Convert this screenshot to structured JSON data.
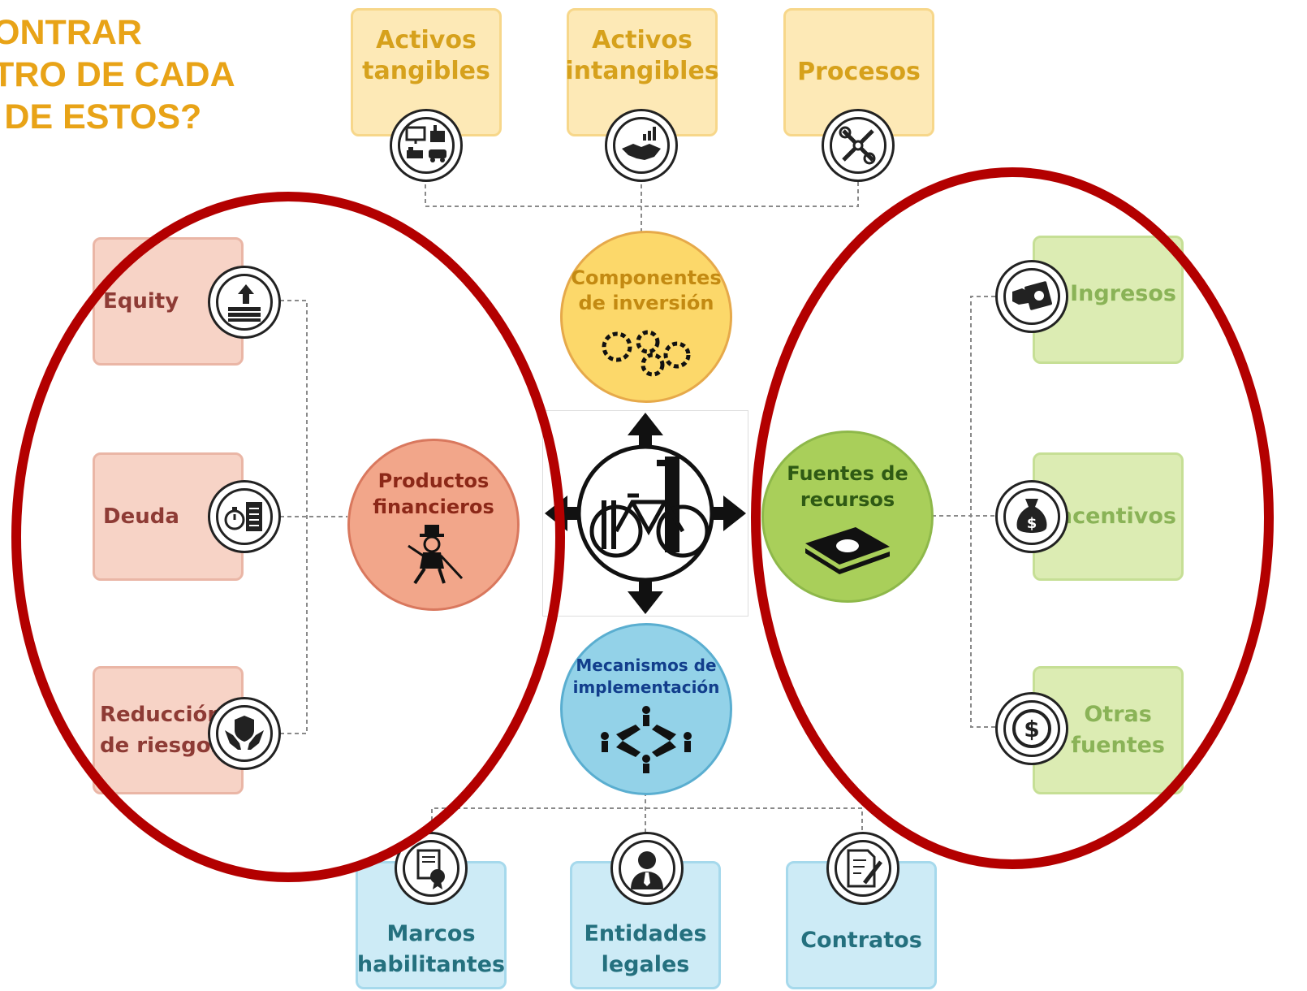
{
  "title_lines": [
    "CONTRAR",
    "NTRO DE CADA",
    "O DE ESTOS?"
  ],
  "investment": {
    "label": "Componentes\nde inversión",
    "items": [
      {
        "label": "Activos\ntangibles",
        "icon": "assets-icon"
      },
      {
        "label": "Activos\nintangibles",
        "icon": "handshake-icon"
      },
      {
        "label": "Procesos",
        "icon": "tools-icon"
      }
    ]
  },
  "financial": {
    "label": "Productos\nfinancieros",
    "items": [
      {
        "label": "Equity",
        "icon": "money-stack-icon"
      },
      {
        "label": "Deuda",
        "icon": "stopwatch-document-icon"
      },
      {
        "label": "Reducción\nde riesgos",
        "icon": "shield-hands-icon"
      }
    ]
  },
  "resources": {
    "label": "Fuentes de\nrecursos",
    "items": [
      {
        "label": "Ingresos",
        "icon": "money-hand-icon"
      },
      {
        "label": "Incentivos",
        "icon": "money-bag-icon"
      },
      {
        "label": "Otras\nfuentes",
        "icon": "dollar-coin-icon"
      }
    ]
  },
  "mechanisms": {
    "label": "Mecanismos de\nimplementación",
    "items": [
      {
        "label": "Marcos\nhabilitantes",
        "icon": "certificate-icon"
      },
      {
        "label": "Entidades\nlegales",
        "icon": "person-icon"
      },
      {
        "label": "Contratos",
        "icon": "contract-icon"
      }
    ]
  },
  "center": {
    "icon": "bicycle-parking-icon"
  },
  "colors": {
    "title": "#e8a317",
    "highlight": "#b30000",
    "investment": "#fcd86a",
    "financial": "#f2a68a",
    "resources": "#a9cf5a",
    "mechanisms": "#93d2e8"
  }
}
